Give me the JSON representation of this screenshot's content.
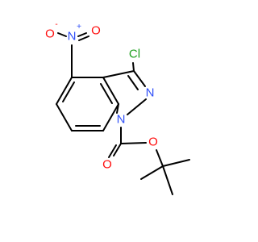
{
  "molecule": {
    "atoms": {
      "no2_o_minus": "O",
      "no2_o_minus_charge": "-",
      "no2_n": "N",
      "no2_n_charge": "+",
      "no2_o_double": "O",
      "cl": "Cl",
      "n2": "N",
      "n1": "N",
      "ester_o_double": "O",
      "ester_o_single": "O"
    },
    "colors": {
      "bond": "#000000",
      "nitrogen": "#3050f8",
      "oxygen": "#ff0d0d",
      "chlorine": "#1fa01f"
    }
  }
}
